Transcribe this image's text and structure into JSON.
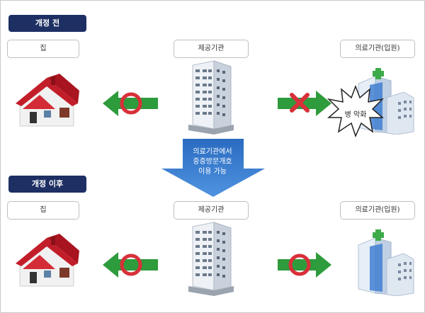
{
  "sections": {
    "before": "개정 전",
    "after": "개정 이후"
  },
  "labels": {
    "house": "집",
    "provider": "제공기관",
    "medical": "의료기관(입원)"
  },
  "arrow_text": {
    "line1": "의료기관에서",
    "line2": "중증방문개호",
    "line3": "이용 가능"
  },
  "burst_text": "병 악화",
  "colors": {
    "badge": "#1d2f63",
    "arrow_green": "#2e9b3c",
    "mark_red": "#d8303a",
    "house_roof": "#c21e2a",
    "blue_arrow": "#1f5fb3"
  },
  "icons": {
    "ok_mark": "circle-o-icon",
    "ng_mark": "cross-x-icon"
  }
}
